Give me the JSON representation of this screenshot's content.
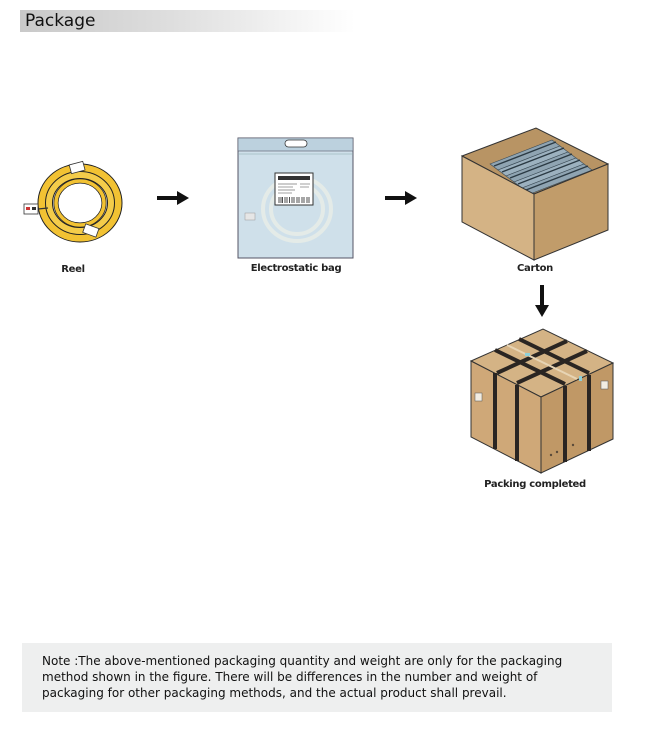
{
  "header": {
    "title": "Package"
  },
  "steps": [
    {
      "label": "Reel",
      "icon": "reel-icon"
    },
    {
      "label": "Electrostatic bag",
      "icon": "bag-icon"
    },
    {
      "label": "Carton",
      "icon": "carton-icon"
    },
    {
      "label": "Packing completed",
      "icon": "packed-box-icon"
    }
  ],
  "note": {
    "prefix": "Note :",
    "text": "The above-mentioned packaging quantity and weight are only for the packaging method shown in the figure. There will be differences in the number and weight of packaging for other packaging methods, and the actual product shall prevail."
  },
  "colors": {
    "reel_yellow": "#f2c233",
    "bag_blue": "#cfe0ea",
    "carton_brown": "#c9a87a",
    "strap": "#2a2522"
  }
}
